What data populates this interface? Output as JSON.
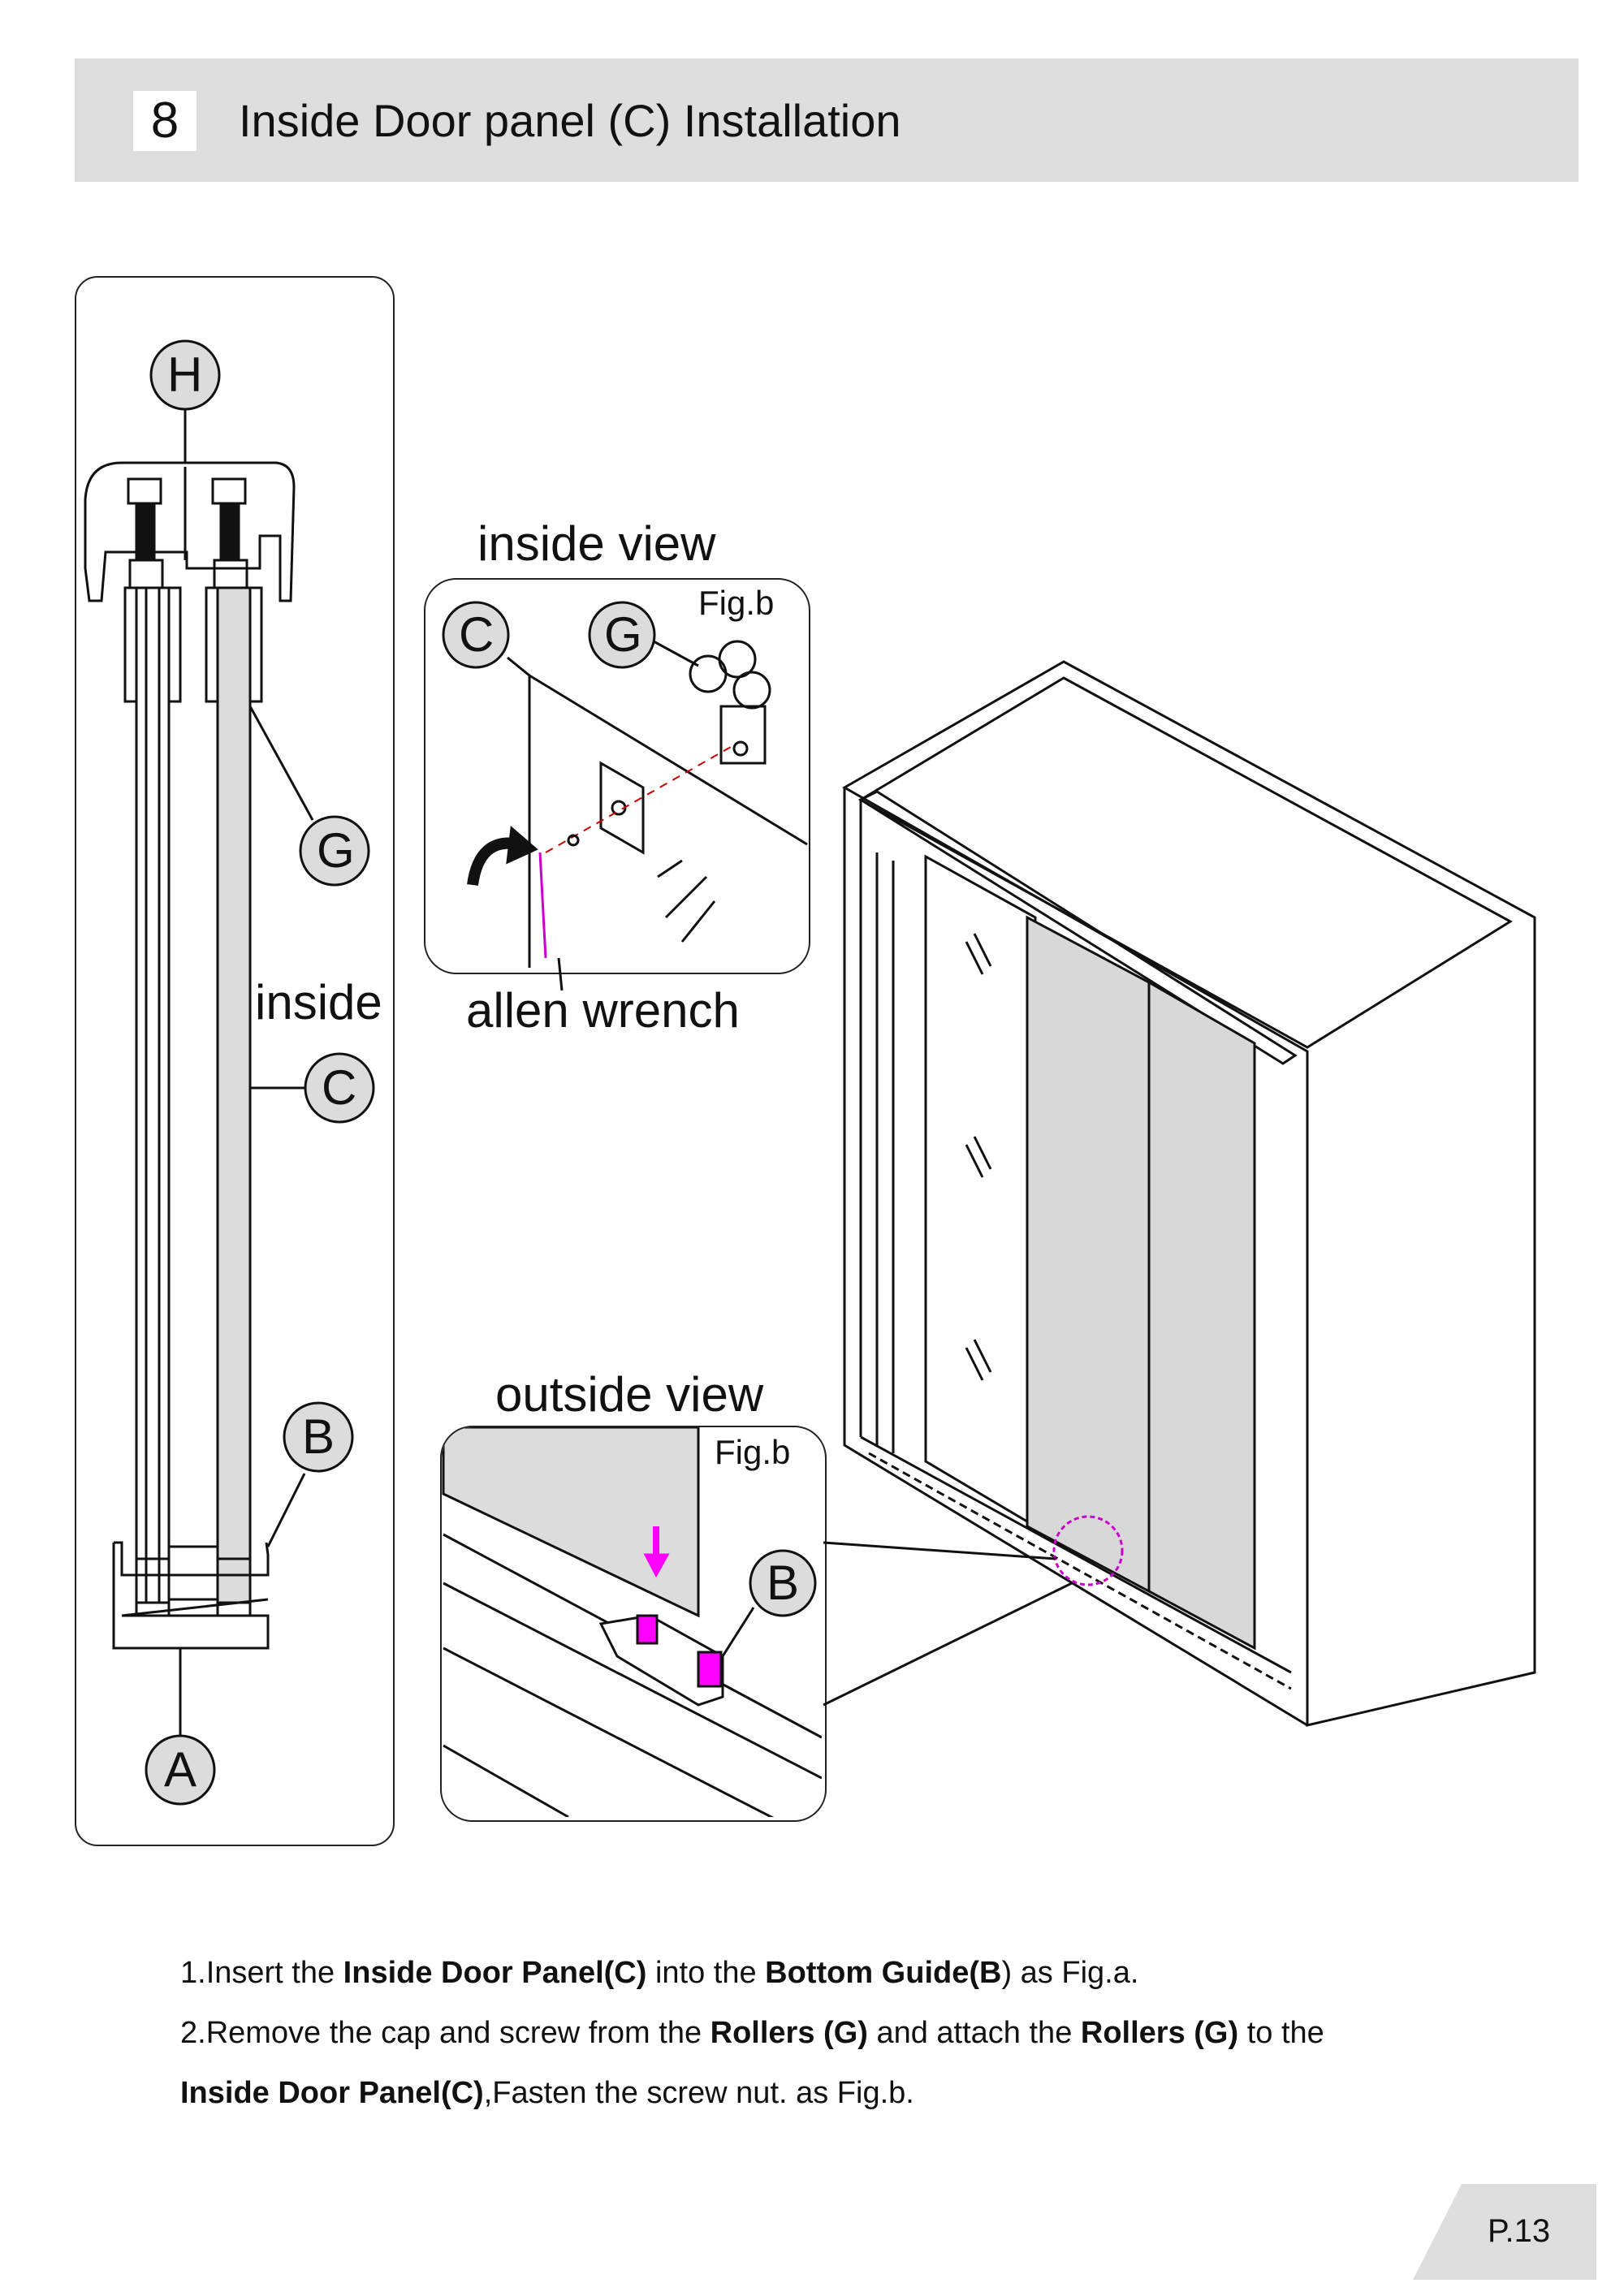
{
  "header": {
    "step_number": "8",
    "title": "Inside Door panel (C) Installation"
  },
  "labels": {
    "H": "H",
    "G": "G",
    "C": "C",
    "B": "B",
    "A": "A",
    "inside": "inside",
    "inside_view": "inside view",
    "outside_view": "outside view",
    "allen_wrench": "allen wrench",
    "fig_b_top": "Fig.b",
    "fig_b_bottom": "Fig.b"
  },
  "instructions": {
    "line1": {
      "p1": "1.Insert the ",
      "b1": "Inside Door Panel(C)",
      "p2": " into the  ",
      "b2": "Bottom Guide(B",
      "p3": ") as Fig.a."
    },
    "line2": {
      "p1": "2.Remove the cap and screw from the ",
      "b1": "Rollers (G)",
      "p2": " and attach the ",
      "b2": "Rollers (G)",
      "p3": " to the"
    },
    "line3": {
      "b1": "Inside Door Panel(C)",
      "p1": ",Fasten the screw nut.  as Fig.b."
    }
  },
  "page": {
    "number": "P.13"
  },
  "colors": {
    "header_bg": "#dedede",
    "highlight": "#ff00ff",
    "panel_grey": "#dcdcdc"
  }
}
